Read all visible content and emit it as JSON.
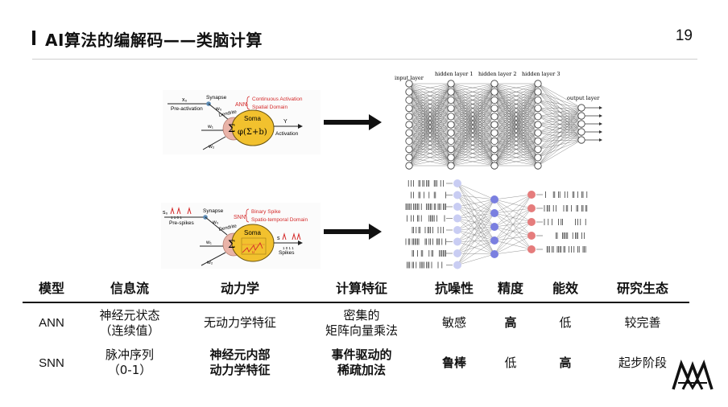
{
  "header": {
    "title": "AI算法的编解码——类脑计算",
    "page_number": "19"
  },
  "ann_figure": {
    "x0": "x₀",
    "pre_activation": "Pre-activation",
    "synapse": "Synapse",
    "w0": "w₀",
    "dendrite": "Dendrite",
    "ann_tag": "ANN",
    "continuous": "Continuous Activation",
    "spatial": "Spatial Domain",
    "soma": "Soma",
    "phi": "φ(Σ+b)",
    "sum": "Σ",
    "y": "Y",
    "activation": "Activation",
    "w1": "w₁",
    "w2": "w₂"
  },
  "snn_figure": {
    "s0": "s₀",
    "bits_in": "1 1 0 1",
    "pre_spikes": "Pre-spikes",
    "synapse": "Synapse",
    "w0": "w₀",
    "dendrite": "Dendrite",
    "snn_tag": "SNN",
    "binary": "Binary Spike",
    "spatiotemporal": "Spatio-temporal Domain",
    "soma": "Soma",
    "sum": "Σ",
    "u": "u",
    "s": "s",
    "bits_out": "1 0 1 1",
    "spikes": "Spikes",
    "w1": "w₁",
    "w2": "w₂"
  },
  "dnn_figure": {
    "input_layer": "input layer",
    "hidden1": "hidden layer 1",
    "hidden2": "hidden layer 2",
    "hidden3": "hidden layer 3",
    "output_layer": "output layer"
  },
  "table": {
    "headers": [
      "模型",
      "信息流",
      "动力学",
      "计算特征",
      "抗噪性",
      "精度",
      "能效",
      "研究生态"
    ],
    "rows": [
      {
        "model": "ANN",
        "info_flow": [
          "神经元状态",
          "（连续值）"
        ],
        "dynamics": "无动力学特征",
        "compute": [
          "密集的",
          "矩阵向量乘法"
        ],
        "robustness": "敏感",
        "accuracy": "高",
        "efficiency": "低",
        "ecosystem": "较完善"
      },
      {
        "model": "SNN",
        "info_flow": [
          "脉冲序列",
          "（0-1）"
        ],
        "dynamics": [
          "神经元内部",
          "动力学特征"
        ],
        "compute": [
          "事件驱动的",
          "稀疏加法"
        ],
        "robustness": "鲁棒",
        "accuracy": "低",
        "efficiency": "高",
        "ecosystem": "起步阶段"
      }
    ]
  },
  "colors": {
    "soma": "#f2c12e",
    "dendrite": "#e9b3a8",
    "synapse_dot": "#5b8bb5",
    "red_text": "#d42a2a",
    "snn_blue": "#7a7fe0",
    "snn_light": "#c9cdf3",
    "snn_red": "#e57c7c"
  }
}
